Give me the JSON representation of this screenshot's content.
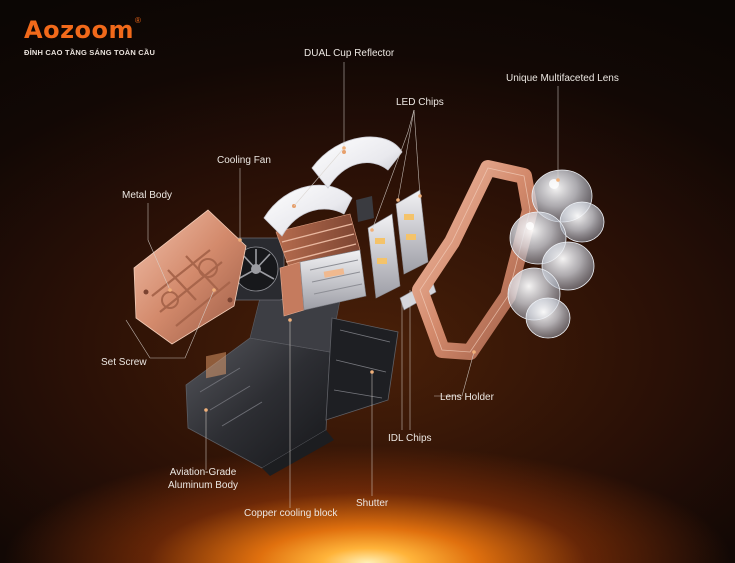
{
  "brand": {
    "logo_text": "Aozoom",
    "registered_mark": "®",
    "tagline": "ĐỈNH CAO TẦNG SÁNG TOÀN CẦU",
    "logo_color": "#f1691a"
  },
  "labels": {
    "dual_cup_reflector": "DUAL Cup Reflector",
    "led_chips": "LED Chips",
    "unique_multifaceted_lens": "Unique Multifaceted Lens",
    "cooling_fan": "Cooling Fan",
    "metal_body": "Metal Body",
    "set_screw": "Set Screw",
    "lens_holder": "Lens Holder",
    "idl_chips": "IDL Chips",
    "aviation_grade_aluminum_body_line1": "Aviation-Grade",
    "aviation_grade_aluminum_body_line2": "Aluminum Body",
    "shutter": "Shutter",
    "copper_cooling_block": "Copper cooling block"
  },
  "colors": {
    "background_glow": "#e0700e",
    "copper": "#d9957a",
    "aluminum_dark": "#2f2f33",
    "label_text": "#ece7e2"
  }
}
